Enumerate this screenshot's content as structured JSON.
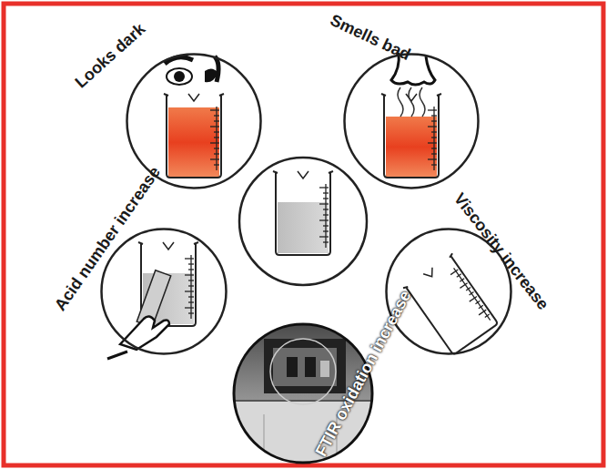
{
  "diagram": {
    "nodes": [
      {
        "text": [
          "Looks dark"
        ]
      },
      {
        "text": [
          "Smells bad"
        ]
      },
      {
        "text": [
          "Acid number increase"
        ]
      },
      {
        "text": [
          "Viscosity increase"
        ]
      },
      {
        "text": [
          "FTIR oxidation increase"
        ]
      }
    ]
  }
}
